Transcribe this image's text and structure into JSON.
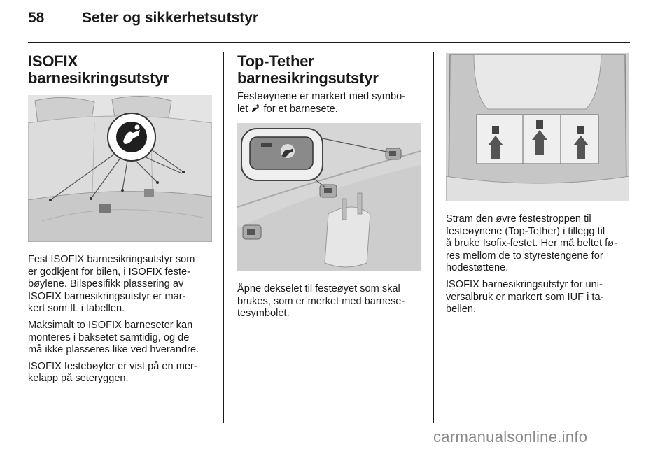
{
  "header": {
    "page_number": "58",
    "title": "Seter og sikkerhetsutstyr"
  },
  "left": {
    "heading_line1": "ISOFIX",
    "heading_line2": "barnesikringsutstyr",
    "p1": [
      "Fest ISOFIX barnesikringsutstyr som",
      "er godkjent for bilen, i ISOFIX feste-",
      "bøylene. Bilspesifikk plassering av",
      "ISOFIX barnesikringsutstyr er mar-",
      "kert som IL i tabellen."
    ],
    "p2": [
      "Maksimalt to ISOFIX barneseter kan",
      "monteres i baksetet samtidig, og de",
      "må ikke plasseres like ved hverandre."
    ],
    "p3": [
      "ISOFIX festebøyler er vist på en mer-",
      "kelapp på seteryggen."
    ]
  },
  "middle": {
    "heading_line1": "Top-Tether",
    "heading_line2": "barnesikringsutstyr",
    "intro_line1": "Festeøynene er markert med symbo-",
    "intro_line2_a": "let",
    "intro_line2_b": "for et barnesete.",
    "p1": [
      "Åpne dekselet til festeøyet som skal",
      "brukes, som er merket med barnese-",
      "tesymbolet."
    ]
  },
  "right": {
    "p1": [
      "Stram den øvre festestroppen til",
      "festeøynene (Top-Tether) i tillegg til",
      "å bruke Isofix-festet. Her må beltet fø-",
      "res mellom de to styrestengene for",
      "hodestøttene."
    ],
    "p2": [
      "ISOFIX barnesikringsutstyr for uni-",
      "versalbruk er markert som IUF i ta-",
      "bellen."
    ]
  },
  "footer": {
    "watermark": "carmanualsonline.info"
  }
}
